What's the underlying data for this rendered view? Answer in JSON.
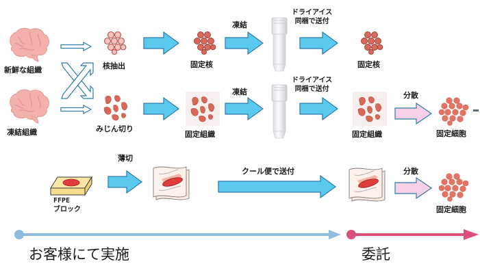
{
  "row1": {
    "brain_label": "新鮮な組織",
    "nuclei_label": "核抽出",
    "fixed_label": "固定核",
    "freeze_label": "凍結",
    "ship_label_1": "ドライアイス",
    "ship_label_2": "同梱で送付",
    "result_label": "固定核"
  },
  "row2": {
    "brain_label": "凍結組織",
    "mince_label": "みじん切り",
    "fixed_label": "固定組織",
    "freeze_label": "凍結",
    "ship_label_1": "ドライアイス",
    "ship_label_2": "同梱で送付",
    "result_label": "固定組織",
    "disperse_label": "分散",
    "cells_label": "固定細胞"
  },
  "row3": {
    "block_label_1": "FFPE",
    "block_label_2": "ブロック",
    "section_label": "薄切",
    "ship_label": "クール便で送付",
    "disperse_label": "分散",
    "cells_label": "固定細胞"
  },
  "footer": {
    "customer_label": "お客様にて実施",
    "outsource_label": "委託"
  },
  "colors": {
    "arrow_fill": "#5bc8ee",
    "arrow_stroke": "#2b7ba8",
    "pink_arrow_fill": "#f7cfe6",
    "brain": "#f3b1ae",
    "cell": "#d86d5e",
    "timeline_blue": "#8fbde0",
    "timeline_pink": "#dc4f78"
  }
}
